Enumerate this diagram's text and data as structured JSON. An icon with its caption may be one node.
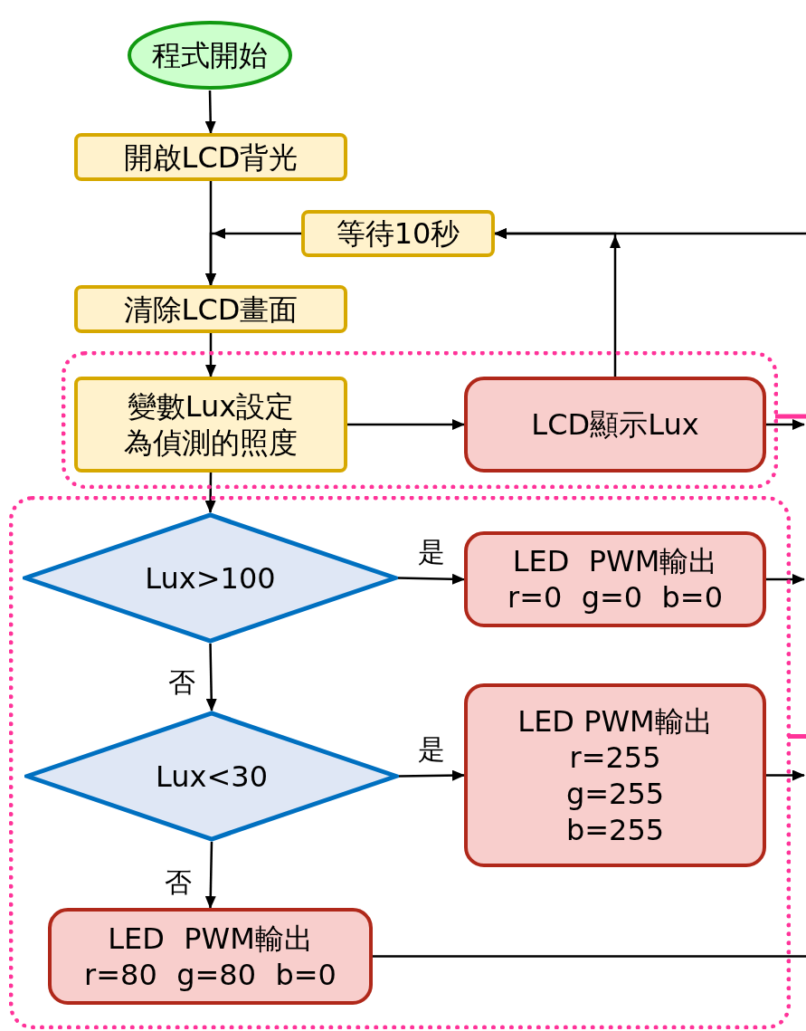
{
  "diagram": {
    "nodes": [
      {
        "text": [
          "程式開始"
        ]
      },
      {
        "text": [
          "開啟LCD背光"
        ]
      },
      {
        "text": [
          "等待10秒"
        ]
      },
      {
        "text": [
          "清除LCD畫面"
        ]
      },
      {
        "text": [],
        "shape": "box"
      },
      {
        "text": [
          "變數Lux設定為偵測的照度"
        ],
        "in": 4
      },
      {
        "text": [
          "LCD顯示Lux"
        ],
        "in": 4
      },
      {
        "text": [],
        "shape": "box"
      },
      {
        "text": [
          "Lux>100"
        ],
        "in": 7
      },
      {
        "text": [
          "LED PWM輸出 r=0 g=0 b=0"
        ],
        "in": 7
      },
      {
        "text": [
          "Lux<30"
        ],
        "in": 7
      },
      {
        "text": [
          "LED PWM輸出 r=255 g=255 b=255"
        ],
        "in": 7
      },
      {
        "text": [
          "LED PWM輸出 r=80 g=80 b=0"
        ],
        "in": 7
      }
    ],
    "edges": [
      {
        "from": 0,
        "to": 1,
        "arrow": "to"
      },
      {
        "from": 1,
        "to": 3,
        "arrow": "to"
      },
      {
        "from": 2,
        "to": 3,
        "arrow": "to"
      },
      {
        "from": 3,
        "to": 5,
        "arrow": "to"
      },
      {
        "from": 5,
        "to": 6,
        "arrow": "to"
      },
      {
        "from": 6,
        "to": 2,
        "arrow": "to"
      },
      {
        "from": null,
        "to": 2,
        "arrow": "to"
      },
      {
        "from": 6,
        "to": null,
        "arrow": "to"
      },
      {
        "from": 4,
        "to": null,
        "arrow": "none",
        "style": "thick",
        "color": "#ff3399"
      },
      {
        "from": 5,
        "to": 8,
        "arrow": "to"
      },
      {
        "from": 8,
        "to": 9,
        "arrow": "to",
        "label": "是"
      },
      {
        "from": 8,
        "to": 10,
        "arrow": "to",
        "label": "否"
      },
      {
        "from": 10,
        "to": 11,
        "arrow": "to",
        "label": "是"
      },
      {
        "from": 10,
        "to": 12,
        "arrow": "to",
        "label": "否"
      },
      {
        "from": 9,
        "to": null,
        "arrow": "to"
      },
      {
        "from": 11,
        "to": null,
        "arrow": "to"
      },
      {
        "from": 12,
        "to": null,
        "arrow": "none"
      },
      {
        "from": 7,
        "to": null,
        "arrow": "none",
        "style": "thick",
        "color": "#ff3399"
      }
    ]
  }
}
